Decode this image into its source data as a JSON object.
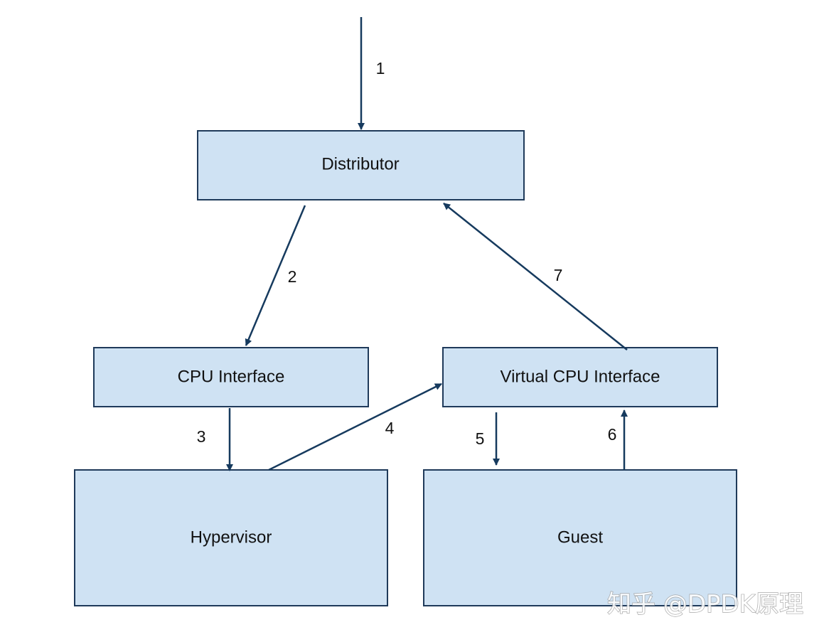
{
  "diagram": {
    "nodes": {
      "distributor": "Distributor",
      "cpu_interface": "CPU Interface",
      "virtual_cpu_interface": "Virtual CPU Interface",
      "hypervisor": "Hypervisor",
      "guest": "Guest"
    },
    "edges": [
      {
        "label": "1",
        "from": "",
        "to": "Distributor"
      },
      {
        "label": "2",
        "from": "Distributor",
        "to": "CPU Interface"
      },
      {
        "label": "3",
        "from": "CPU Interface",
        "to": "Hypervisor"
      },
      {
        "label": "4",
        "from": "Hypervisor",
        "to": "Virtual CPU Interface"
      },
      {
        "label": "5",
        "from": "Virtual CPU Interface",
        "to": "Guest"
      },
      {
        "label": "6",
        "from": "Guest",
        "to": "Virtual CPU Interface"
      },
      {
        "label": "7",
        "from": "Virtual CPU Interface",
        "to": "Distributor"
      }
    ],
    "colors": {
      "box_fill": "#cfe2f3",
      "box_stroke": "#1f3a5a",
      "arrow": "#163a5e"
    }
  },
  "watermark": "知乎 @DPDK原理"
}
